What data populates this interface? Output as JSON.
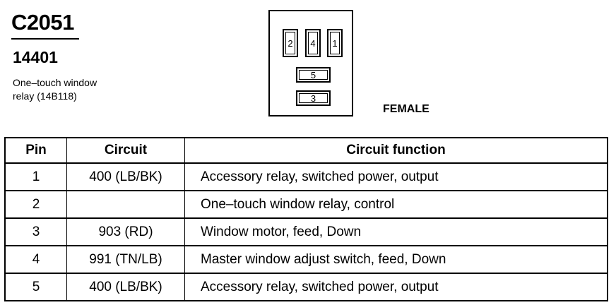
{
  "connector": {
    "id": "C2051",
    "part_number": "14401",
    "description_line1": "One–touch window",
    "description_line2": "relay (14B118)",
    "gender": "FEMALE",
    "face_pins": [
      "2",
      "4",
      "1",
      "5",
      "3"
    ]
  },
  "table": {
    "headers": {
      "pin": "Pin",
      "circuit": "Circuit",
      "function": "Circuit function"
    },
    "rows": [
      {
        "pin": "1",
        "circuit": "400 (LB/BK)",
        "function": "Accessory relay, switched power, output"
      },
      {
        "pin": "2",
        "circuit": "",
        "function": "One–touch window relay, control"
      },
      {
        "pin": "3",
        "circuit": "903 (RD)",
        "function": "Window motor, feed, Down"
      },
      {
        "pin": "4",
        "circuit": "991 (TN/LB)",
        "function": "Master window adjust switch, feed, Down"
      },
      {
        "pin": "5",
        "circuit": "400 (LB/BK)",
        "function": "Accessory relay, switched power, output"
      }
    ]
  }
}
